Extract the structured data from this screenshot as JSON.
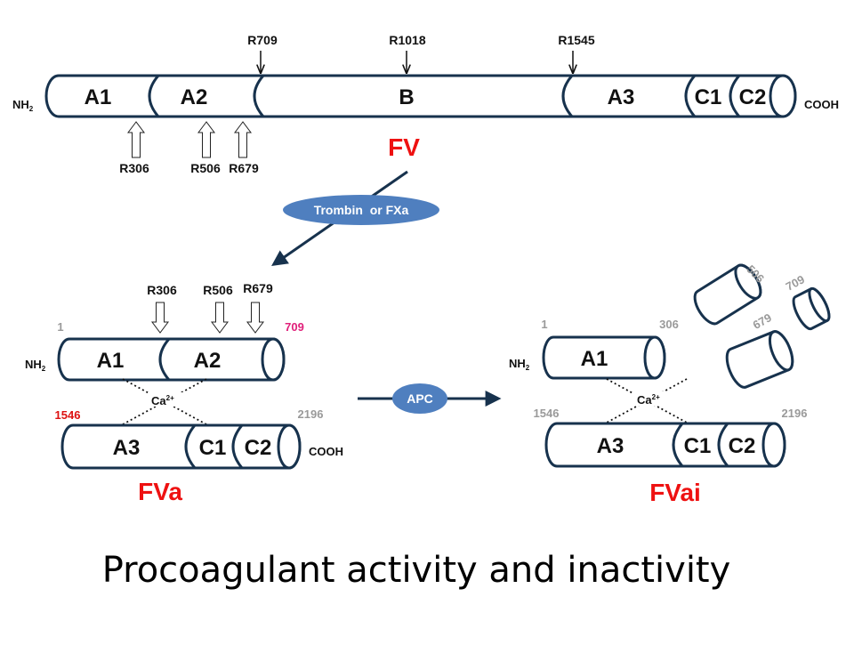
{
  "fv": {
    "domains": [
      "A1",
      "A2",
      "B",
      "A3",
      "C1",
      "C2"
    ],
    "nterm": "NH",
    "nterm_sub": "2",
    "cterm": "COOH",
    "top_sites": [
      "R709",
      "R1018",
      "R1545"
    ],
    "bottom_sites": [
      "R306",
      "R506",
      "R679"
    ],
    "name": "FV"
  },
  "activation": {
    "enzyme": "Trombin  or FXa"
  },
  "fva": {
    "sites": [
      "R306",
      "R506",
      "R679"
    ],
    "heavy_start": "1",
    "heavy_end": "709",
    "heavy_domains": [
      "A1",
      "A2"
    ],
    "nterm": "NH",
    "nterm_sub": "2",
    "ion": "Ca",
    "ion_sup": "2+",
    "light_start": "1546",
    "light_end": "2196",
    "light_domains": [
      "A3",
      "C1",
      "C2"
    ],
    "cterm": "COOH",
    "name": "FVa"
  },
  "inactivation": {
    "enzyme": "APC"
  },
  "fvai": {
    "heavy_start": "1",
    "heavy_end": "306",
    "heavy_domains": [
      "A1"
    ],
    "nterm": "NH",
    "nterm_sub": "2",
    "ion": "Ca",
    "ion_sup": "2+",
    "light_start": "1546",
    "light_end": "2196",
    "light_domains": [
      "A3",
      "C1",
      "C2"
    ],
    "fragments": [
      "506",
      "709",
      "679"
    ],
    "name": "FVai"
  },
  "title": "Procoagulant activity and inactivity",
  "colors": {
    "outline": "#17324d",
    "label_red": "#ee1111",
    "label_magenta": "#e0207a",
    "label_grey": "#9a9a9a",
    "ellipse": "#4f7fbf"
  }
}
